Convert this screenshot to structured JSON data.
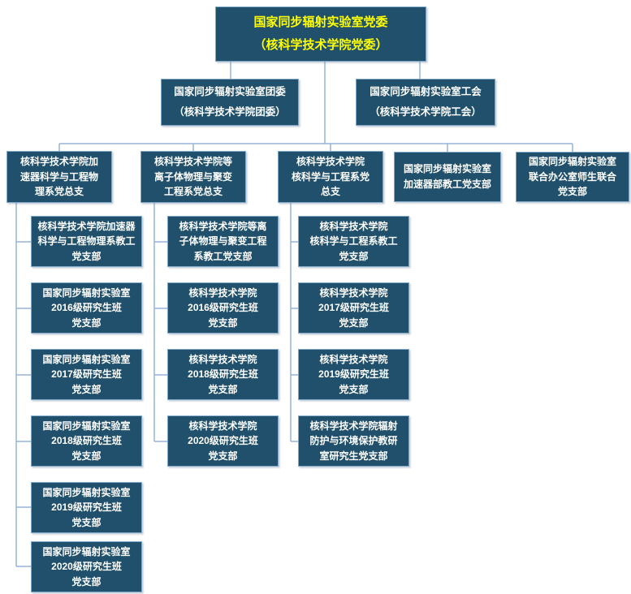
{
  "colors": {
    "box_fill": "#20506B",
    "box_border": "#7FA8C9",
    "connector_line": "#95B3D7",
    "root_text": "#FFFF00",
    "node_text": "#FFFFFF",
    "background": "#FFFFFF"
  },
  "org_chart": {
    "root": "国家同步辐射实验室党委\n（核科学技术学院党委）",
    "level2": [
      "国家同步辐射实验室团委\n（核科学技术学院团委）",
      "国家同步辐射实验室工会\n（核科学技术学院工会）"
    ],
    "level3": [
      "核科学技术学院加\n速器科学与工程物\n理系党总支",
      "核科学技术学院等\n离子体物理与聚变\n工程系党总支",
      "核科学技术学院\n核科学与工程系党\n总支",
      "国家同步辐射实验室\n加速器部教工党支部",
      "国家同步辐射实验室\n联合办公室师生联合\n党支部"
    ],
    "columns": [
      [
        "核科学技术学院加速器\n科学与工程物理系教工\n党支部",
        "国家同步辐射实验室\n2016级研究生班\n党支部",
        "国家同步辐射实验室\n2017级研究生班\n党支部",
        "国家同步辐射实验室\n2018级研究生班\n党支部",
        "国家同步辐射实验室\n2019级研究生班\n党支部",
        "国家同步辐射实验室\n2020级研究生班\n党支部"
      ],
      [
        "核科学技术学院等离\n子体物理与聚变工程\n系教工党支部",
        "核科学技术学院\n2016级研究生班\n党支部",
        "核科学技术学院\n2018级研究生班\n党支部",
        "核科学技术学院\n2020级研究生班\n党支部"
      ],
      [
        "核科学技术学院\n核科学与工程系教工\n党支部",
        "核科学技术学院\n2017级研究生班\n党支部",
        "核科学技术学院\n2019级研究生班\n党支部",
        "核科学技术学院辐射\n防护与环境保护教研\n室研究生党支部"
      ]
    ]
  }
}
